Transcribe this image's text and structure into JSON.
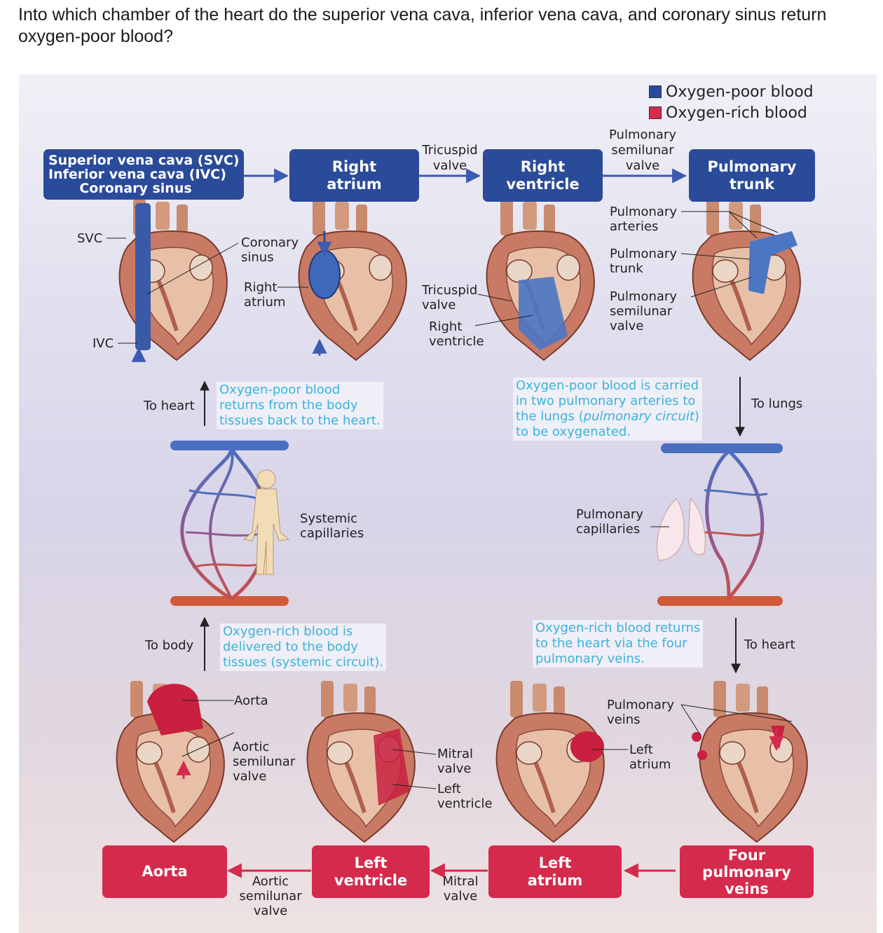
{
  "question": "Into which chamber of the heart do the superior vena cava, inferior vena cava, and coronary sinus return oxygen-poor blood?",
  "legend": {
    "poor": {
      "label": "Oxygen-poor blood",
      "color": "#2a4a9a"
    },
    "rich": {
      "label": "Oxygen-rich blood",
      "color": "#d42a4c"
    }
  },
  "top_flow": {
    "svc": "Superior vena cava (SVC)",
    "ivc": "Inferior vena cava (IVC)",
    "cs": "Coronary sinus",
    "right_atrium": [
      "Right",
      "atrium"
    ],
    "right_ventricle": [
      "Right",
      "ventricle"
    ],
    "pulmonary_trunk": [
      "Pulmonary",
      "trunk"
    ],
    "tricuspid": [
      "Tricuspid",
      "valve"
    ],
    "pulm_semilunar": [
      "Pulmonary",
      "semilunar",
      "valve"
    ]
  },
  "bottom_flow": {
    "aorta": "Aorta",
    "left_ventricle": [
      "Left",
      "ventricle"
    ],
    "left_atrium": [
      "Left",
      "atrium"
    ],
    "pulm_veins": [
      "Four",
      "pulmonary",
      "veins"
    ],
    "aortic_semilunar": [
      "Aortic",
      "semilunar",
      "valve"
    ],
    "mitral": [
      "Mitral",
      "valve"
    ]
  },
  "heart_labels": {
    "svc": "SVC",
    "ivc": "IVC",
    "coronary_sinus": [
      "Coronary",
      "sinus"
    ],
    "right_atrium": [
      "Right",
      "atrium"
    ],
    "tricuspid": [
      "Tricuspid",
      "valve"
    ],
    "right_ventricle": [
      "Right",
      "ventricle"
    ],
    "pulm_arteries": [
      "Pulmonary",
      "arteries"
    ],
    "pulm_trunk": [
      "Pulmonary",
      "trunk"
    ],
    "pulm_semilunar": [
      "Pulmonary",
      "semilunar",
      "valve"
    ],
    "aorta": "Aorta",
    "aortic_semilunar": [
      "Aortic",
      "semilunar",
      "valve"
    ],
    "mitral": [
      "Mitral",
      "valve"
    ],
    "left_ventricle": [
      "Left",
      "ventricle"
    ],
    "pulm_veins": [
      "Pulmonary",
      "veins"
    ],
    "left_atrium": [
      "Left",
      "atrium"
    ]
  },
  "middle": {
    "to_heart_left": "To heart",
    "caption_poor_return": [
      "Oxygen-poor blood",
      "returns from the body",
      "tissues back to the heart."
    ],
    "caption_pulmonary": [
      "Oxygen-poor blood is carried",
      "in two pulmonary arteries to",
      "the lungs (",
      "pulmonary circuit",
      ")",
      "to be oxygenated."
    ],
    "to_lungs": "To lungs",
    "systemic": [
      "Systemic",
      "capillaries"
    ],
    "pulmonary_caps": [
      "Pulmonary",
      "capillaries"
    ],
    "to_body": "To body",
    "caption_rich_delivered": [
      "Oxygen-rich blood is",
      "delivered to the body",
      "tissues (systemic circuit)."
    ],
    "caption_rich_return": [
      "Oxygen-rich blood returns",
      "to the heart via the four",
      "pulmonary veins."
    ],
    "to_heart_right": "To heart"
  }
}
